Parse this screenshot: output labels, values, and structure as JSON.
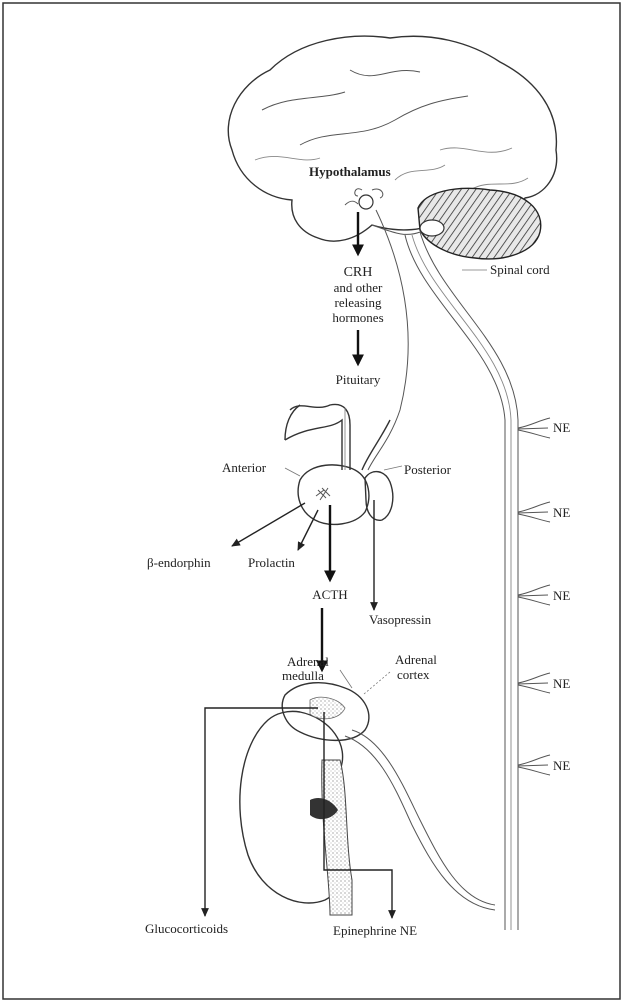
{
  "labels": {
    "hypothalamus": "Hypothalamus",
    "crh_line1": "CRH",
    "crh_line2": "and other",
    "crh_line3": "releasing",
    "crh_line4": "hormones",
    "pituitary": "Pituitary",
    "anterior": "Anterior",
    "posterior": "Posterior",
    "beta_endorphin": "β-endorphin",
    "prolactin": "Prolactin",
    "acth": "ACTH",
    "vasopressin": "Vasopressin",
    "adrenal_medulla_line1": "Adrenal",
    "adrenal_medulla_line2": "medulla",
    "adrenal_cortex_line1": "Adrenal",
    "adrenal_cortex_line2": "cortex",
    "spinal_cord": "Spinal cord",
    "ne": "NE",
    "glucocorticoids": "Glucocorticoids",
    "epinephrine_ne": "Epinephrine NE"
  },
  "ne_terminals": [
    "NE",
    "NE",
    "NE",
    "NE",
    "NE"
  ]
}
